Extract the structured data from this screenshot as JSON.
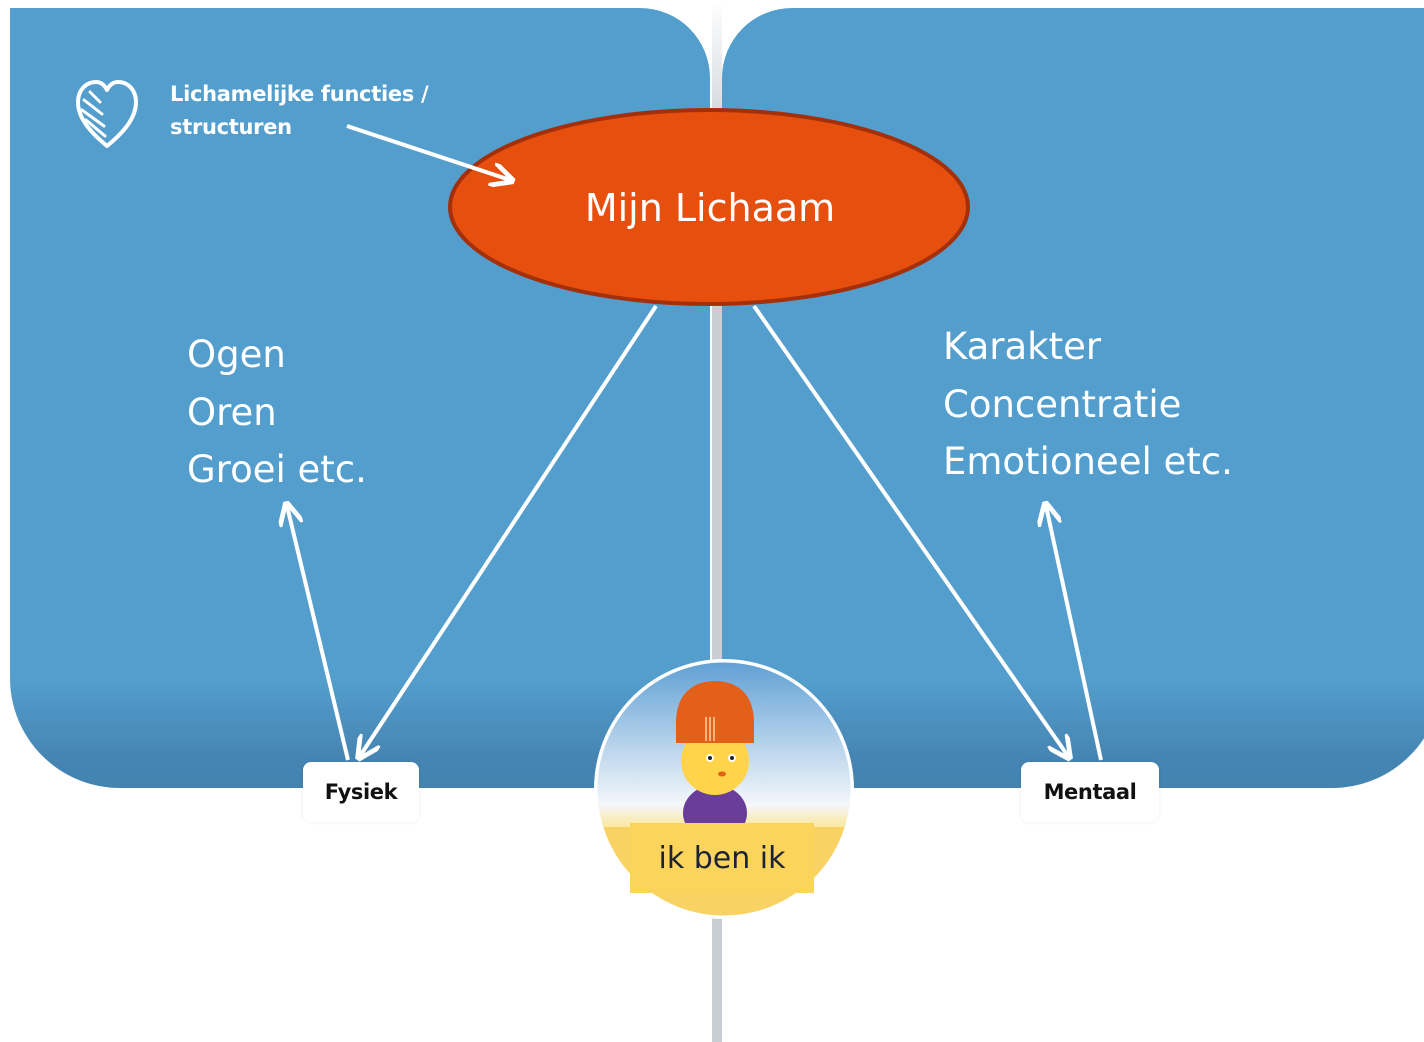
{
  "header": {
    "icon": "heart-leaf-icon",
    "line1": "Lichamelijke functies /",
    "line2": "structuren"
  },
  "center_node": {
    "label": "Mijn Lichaam",
    "fill_color": "#e64f0e",
    "border_color": "#a3300a"
  },
  "left_list": [
    "Ogen",
    "Oren",
    "Groei etc."
  ],
  "right_list": [
    "Karakter",
    "Concentratie",
    "Emotioneel etc."
  ],
  "tags": {
    "left": "Fysiek",
    "right": "Mentaal"
  },
  "avatar": {
    "caption": "ik ben ik",
    "icon": "child-avatar-icon"
  },
  "colors": {
    "panel_blue": "#539ecc",
    "panel_blue_dark": "#4383b0",
    "caption_yellow": "#fbd45c"
  }
}
